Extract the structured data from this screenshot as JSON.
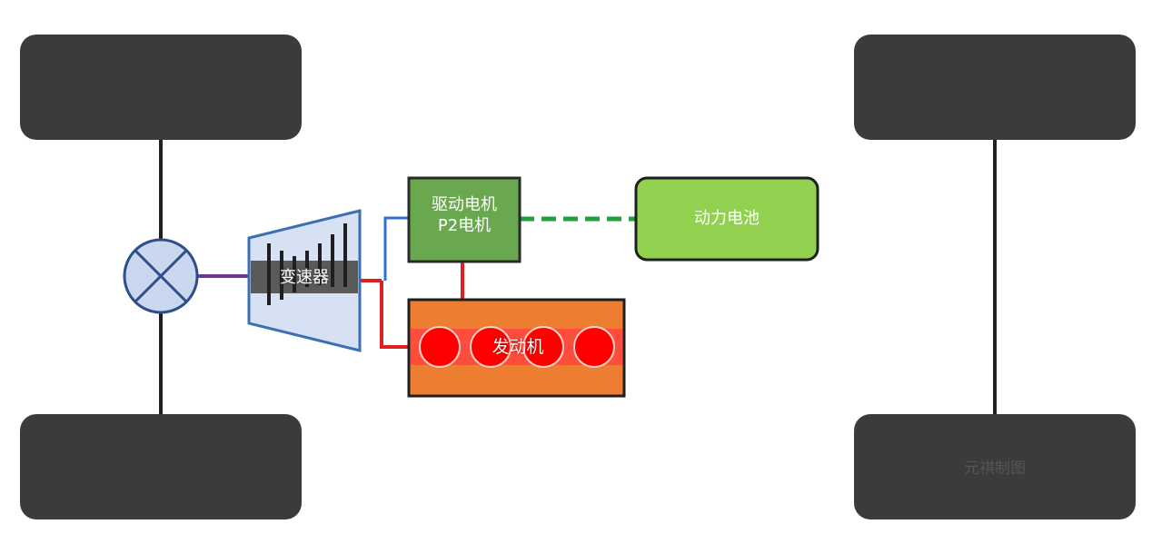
{
  "labels": {
    "drive_motor_line1": "驱动电机",
    "drive_motor_line2": "P2电机",
    "battery": "动力电池",
    "transmission": "变速器",
    "engine": "发动机",
    "watermark": "元祺制图"
  },
  "colors": {
    "wheel": "#3b3b3b",
    "axle": "#1f1f1f",
    "differential_fill": "#c9d7ef",
    "differential_stroke": "#2f4d8a",
    "transmission_fill": "#d6e1f3",
    "transmission_stroke": "#3b6fb0",
    "motor_fill": "#6aa84f",
    "battery_fill": "#92d050",
    "engine_fill": "#ec7d31",
    "engine_band": "#ff4d3d",
    "cylinder": "#ff0000",
    "mechanical_link": "#e02020",
    "motor_link": "#2f6fd0",
    "electric_link": "#1e9e3e",
    "output_shaft": "#7030a0"
  }
}
